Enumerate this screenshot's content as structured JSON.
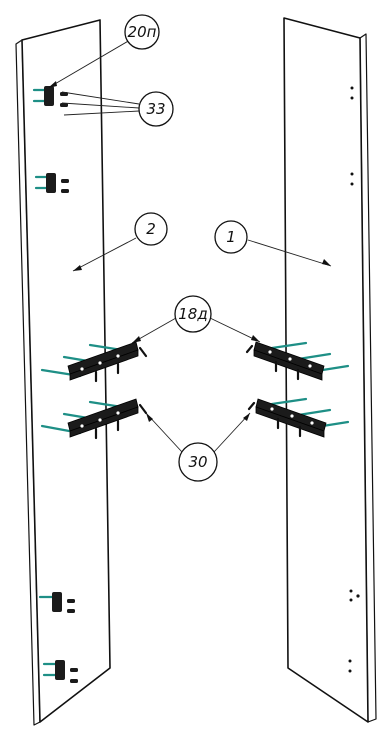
{
  "callouts": [
    {
      "id": "c-20p",
      "label": "20п"
    },
    {
      "id": "c-33",
      "label": "33"
    },
    {
      "id": "c-2",
      "label": "2"
    },
    {
      "id": "c-1",
      "label": "1"
    },
    {
      "id": "c-18d",
      "label": "18д"
    },
    {
      "id": "c-30",
      "label": "30"
    }
  ],
  "colors": {
    "outline": "#111111",
    "dowel": "#1e8f86",
    "hardware": "#1b1b1b"
  }
}
